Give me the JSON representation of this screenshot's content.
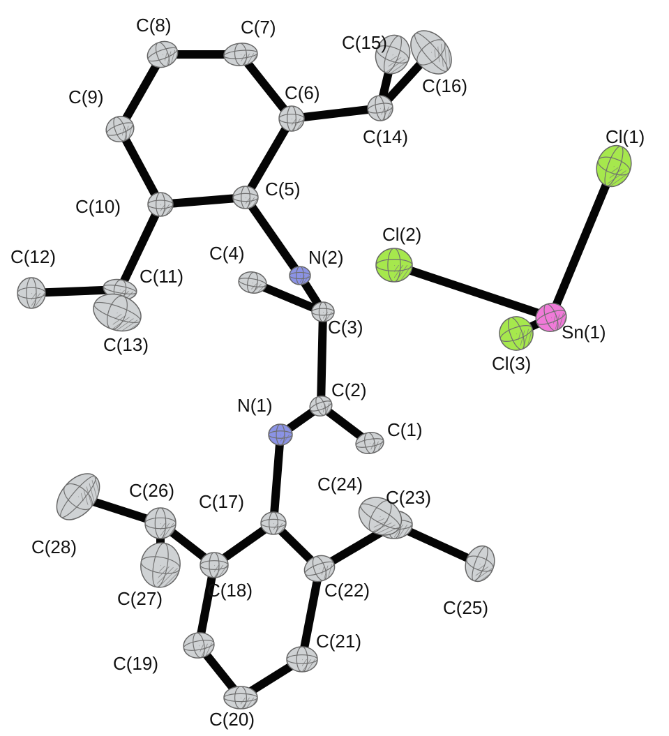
{
  "colors": {
    "bond": "#050505",
    "carbon": "#cfd2d4",
    "nitrogen": "#8b93e6",
    "chlorine": "#a6e84d",
    "tin": "#f07ad8",
    "hatch": "#777777"
  },
  "atoms": [
    {
      "id": "Sn1",
      "label": "Sn(1)",
      "element": "Sn"
    },
    {
      "id": "Cl1",
      "label": "Cl(1)",
      "element": "Cl"
    },
    {
      "id": "Cl2",
      "label": "Cl(2)",
      "element": "Cl"
    },
    {
      "id": "Cl3",
      "label": "Cl(3)",
      "element": "Cl"
    },
    {
      "id": "N1",
      "label": "N(1)",
      "element": "N"
    },
    {
      "id": "N2",
      "label": "N(2)",
      "element": "N"
    },
    {
      "id": "C1",
      "label": "C(1)",
      "element": "C"
    },
    {
      "id": "C2",
      "label": "C(2)",
      "element": "C"
    },
    {
      "id": "C3",
      "label": "C(3)",
      "element": "C"
    },
    {
      "id": "C4",
      "label": "C(4)",
      "element": "C"
    },
    {
      "id": "C5",
      "label": "C(5)",
      "element": "C"
    },
    {
      "id": "C6",
      "label": "C(6)",
      "element": "C"
    },
    {
      "id": "C7",
      "label": "C(7)",
      "element": "C"
    },
    {
      "id": "C8",
      "label": "C(8)",
      "element": "C"
    },
    {
      "id": "C9",
      "label": "C(9)",
      "element": "C"
    },
    {
      "id": "C10",
      "label": "C(10)",
      "element": "C"
    },
    {
      "id": "C11",
      "label": "C(11)",
      "element": "C"
    },
    {
      "id": "C12",
      "label": "C(12)",
      "element": "C"
    },
    {
      "id": "C13",
      "label": "C(13)",
      "element": "C"
    },
    {
      "id": "C14",
      "label": "C(14)",
      "element": "C"
    },
    {
      "id": "C15",
      "label": "C(15)",
      "element": "C"
    },
    {
      "id": "C16",
      "label": "C(16)",
      "element": "C"
    },
    {
      "id": "C17",
      "label": "C(17)",
      "element": "C"
    },
    {
      "id": "C18",
      "label": "C(18)",
      "element": "C"
    },
    {
      "id": "C19",
      "label": "C(19)",
      "element": "C"
    },
    {
      "id": "C20",
      "label": "C(20)",
      "element": "C"
    },
    {
      "id": "C21",
      "label": "C(21)",
      "element": "C"
    },
    {
      "id": "C22",
      "label": "C(22)",
      "element": "C"
    },
    {
      "id": "C23",
      "label": "C(23)",
      "element": "C"
    },
    {
      "id": "C24",
      "label": "C(24)",
      "element": "C"
    },
    {
      "id": "C25",
      "label": "C(25)",
      "element": "C"
    },
    {
      "id": "C26",
      "label": "C(26)",
      "element": "C"
    },
    {
      "id": "C27",
      "label": "C(27)",
      "element": "C"
    },
    {
      "id": "C28",
      "label": "C(28)",
      "element": "C"
    }
  ],
  "bonds": [
    [
      "Sn1",
      "Cl1"
    ],
    [
      "Sn1",
      "Cl2"
    ],
    [
      "Sn1",
      "Cl3"
    ],
    [
      "C8",
      "C7"
    ],
    [
      "C7",
      "C6"
    ],
    [
      "C6",
      "C5"
    ],
    [
      "C5",
      "C10"
    ],
    [
      "C10",
      "C9"
    ],
    [
      "C9",
      "C8"
    ],
    [
      "C6",
      "C14"
    ],
    [
      "C14",
      "C15"
    ],
    [
      "C14",
      "C16"
    ],
    [
      "C10",
      "C11"
    ],
    [
      "C11",
      "C12"
    ],
    [
      "C11",
      "C13"
    ],
    [
      "C5",
      "N2"
    ],
    [
      "N2",
      "C3"
    ],
    [
      "C3",
      "C4"
    ],
    [
      "C3",
      "C2"
    ],
    [
      "C2",
      "C1"
    ],
    [
      "C2",
      "N1"
    ],
    [
      "N1",
      "C17"
    ],
    [
      "C17",
      "C18"
    ],
    [
      "C18",
      "C19"
    ],
    [
      "C19",
      "C20"
    ],
    [
      "C20",
      "C21"
    ],
    [
      "C21",
      "C22"
    ],
    [
      "C22",
      "C17"
    ],
    [
      "C22",
      "C23"
    ],
    [
      "C23",
      "C24"
    ],
    [
      "C23",
      "C25"
    ],
    [
      "C18",
      "C26"
    ],
    [
      "C26",
      "C27"
    ],
    [
      "C26",
      "C28"
    ]
  ]
}
